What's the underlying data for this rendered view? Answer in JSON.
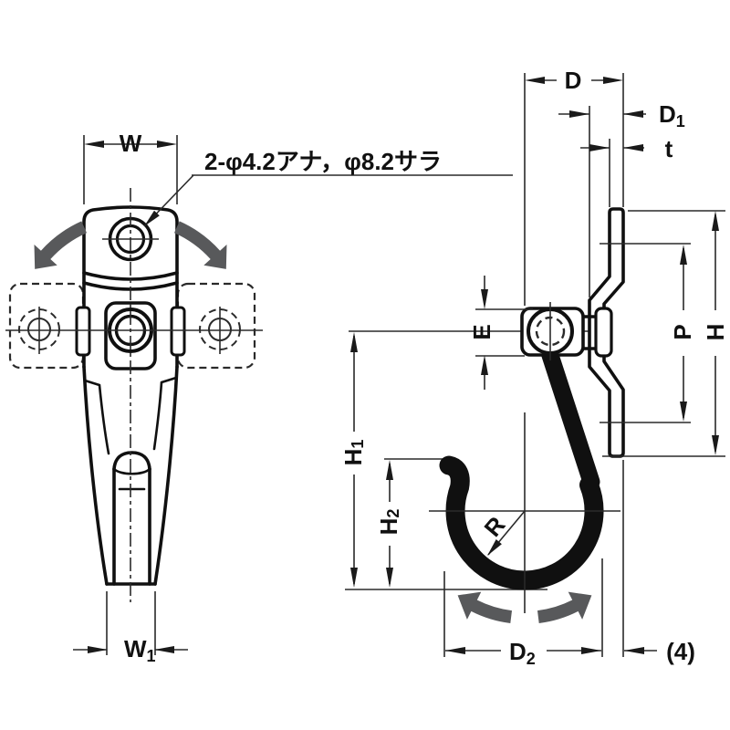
{
  "drawing": {
    "annotation": "2-φ4.2アナ，φ8.2サラ",
    "labels": {
      "W": {
        "base": "W",
        "sub": ""
      },
      "W1": {
        "base": "W",
        "sub": "1"
      },
      "H1": {
        "base": "H",
        "sub": "1"
      },
      "H2": {
        "base": "H",
        "sub": "2"
      },
      "D": {
        "base": "D",
        "sub": ""
      },
      "D1": {
        "base": "D",
        "sub": "1"
      },
      "D2": {
        "base": "D",
        "sub": "2"
      },
      "t": {
        "base": "t",
        "sub": ""
      },
      "E": {
        "base": "E",
        "sub": ""
      },
      "P": {
        "base": "P",
        "sub": ""
      },
      "H": {
        "base": "H",
        "sub": ""
      },
      "R": {
        "base": "R",
        "sub": ""
      },
      "gap": {
        "base": "(4)",
        "sub": ""
      }
    },
    "colors": {
      "line": "#1a1a1a",
      "bold_line": "#101010",
      "swing_arrow": "#58595b",
      "background": "#ffffff"
    }
  }
}
